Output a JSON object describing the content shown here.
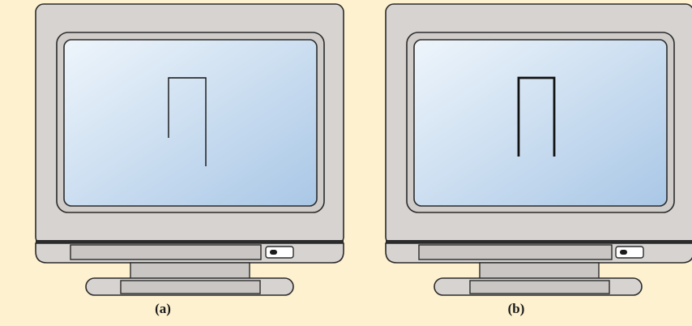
{
  "colors": {
    "background": "#fdf1cf",
    "bezel": "#d6d3d1",
    "bezel_stroke": "#2b2b2b",
    "screen_gradient_light": "#eef5fb",
    "screen_gradient_dark": "#a9c7e6",
    "trace_line": "#111111",
    "base_panel": "#c9c6c3"
  },
  "panels": [
    {
      "id": "a",
      "caption": "(a)",
      "trace_style": "misaligned-thin"
    },
    {
      "id": "b",
      "caption": "(b)",
      "trace_style": "aligned-thick"
    }
  ]
}
